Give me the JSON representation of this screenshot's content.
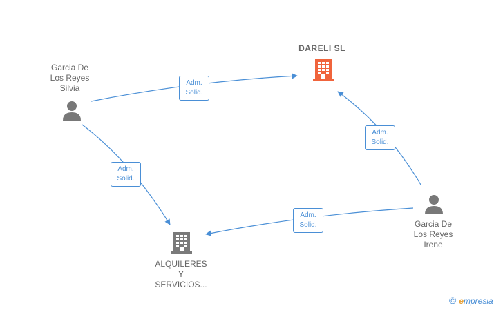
{
  "colors": {
    "edge": "#4a8fd6",
    "person_icon": "#787878",
    "company_main": "#f0643c",
    "company_other": "#7a7a7a",
    "label_text": "#666666"
  },
  "nodes": {
    "dareli": {
      "name": "DARELI  SL",
      "icon": "building-icon"
    },
    "silvia": {
      "name_lines": [
        "Garcia De",
        "Los Reyes",
        "Silvia"
      ],
      "icon": "person-icon"
    },
    "irene": {
      "name_lines": [
        "Garcia De",
        "Los Reyes",
        "Irene"
      ],
      "icon": "person-icon"
    },
    "alquileres": {
      "name_lines": [
        "ALQUILERES",
        "Y",
        "SERVICIOS..."
      ],
      "icon": "building-icon"
    }
  },
  "edges": [
    {
      "from": "silvia",
      "to": "dareli",
      "label_lines": [
        "Adm.",
        "Solid."
      ]
    },
    {
      "from": "irene",
      "to": "dareli",
      "label_lines": [
        "Adm.",
        "Solid."
      ]
    },
    {
      "from": "silvia",
      "to": "alquileres",
      "label_lines": [
        "Adm.",
        "Solid."
      ]
    },
    {
      "from": "irene",
      "to": "alquileres",
      "label_lines": [
        "Adm.",
        "Solid."
      ]
    }
  ],
  "brand": {
    "copyright_symbol": "©",
    "name_first": "e",
    "name_rest": "mpresia"
  }
}
